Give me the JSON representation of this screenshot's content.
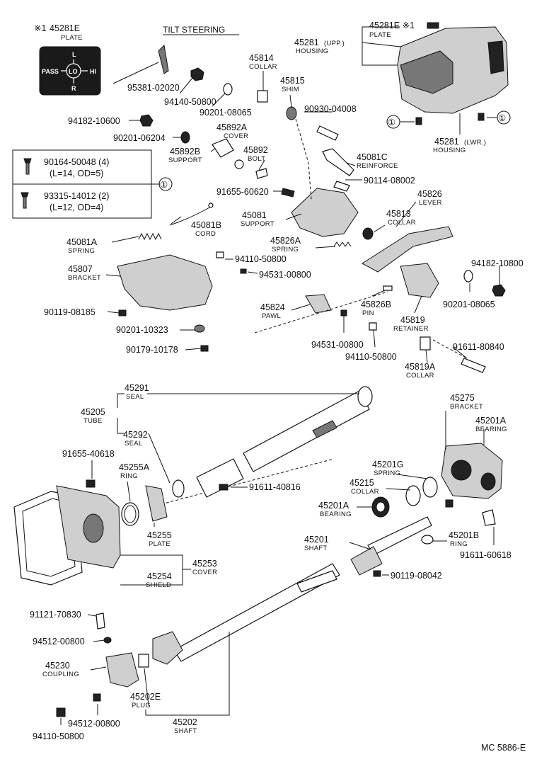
{
  "diagram": {
    "title": "TILT STEERING",
    "footer_code": "MC 5886-E",
    "plate_insert": {
      "note": "※1",
      "part": "45281E",
      "desc": "PLATE",
      "lo": "LO",
      "hi": "HI",
      "pass": "PASS",
      "l": "L",
      "r": "R"
    },
    "bolt_box": {
      "ref_mark": "①",
      "row1_part": "90164-50048 (4)",
      "row1_spec": "(L=14, OD=5)",
      "row2_part": "93315-14012 (2)",
      "row2_spec": "(L=12, OD=4)"
    },
    "labels": {
      "p45281E_top": "45281E ※1",
      "p45281E_top_desc": "PLATE",
      "p45281_upp": "45281",
      "p45281_upp_suffix": "(UPP.)",
      "p45281_upp_desc": "HOUSING",
      "p45281_lwr": "45281",
      "p45281_lwr_suffix": "(LWR.)",
      "p45281_lwr_desc": "HOUSING",
      "circ1a": "①",
      "circ1b": "①",
      "p95381": "95381-02020",
      "p94140": "94140-50800",
      "p90201_08065a": "90201-08065",
      "p45814": "45814",
      "p45814_desc": "COLLAR",
      "p45815": "45815",
      "p45815_desc": "SHIM",
      "p90930": "90930-04008",
      "p94182_10600": "94182-10600",
      "p90201_06204": "90201-06204",
      "p45892A": "45892A",
      "p45892A_desc": "COVER",
      "p45892B": "45892B",
      "p45892B_desc": "SUPPORT",
      "p45892": "45892",
      "p45892_desc": "BOLT",
      "p45081C": "45081C",
      "p45081C_desc": "REINFORCE",
      "p90114": "90114-08002",
      "p91655_60620": "91655-60620",
      "p45826": "45826",
      "p45826_desc": "LEVER",
      "p45081": "45081",
      "p45081_desc": "SUPPORT",
      "p45813": "45813",
      "p45813_desc": "COLLAR",
      "p45081B": "45081B",
      "p45081B_desc": "CORD",
      "p45081A": "45081A",
      "p45081A_desc": "SPRING",
      "p45826A": "45826A",
      "p45826A_desc": "SPRING",
      "p94110_50800a": "94110-50800",
      "p94531_00800a": "94531-00800",
      "p45807": "45807",
      "p45807_desc": "BRACKET",
      "p94182_10800": "94182-10800",
      "p90201_08065b": "90201-08065",
      "p45824": "45824",
      "p45824_desc": "PAWL",
      "p45826B": "45826B",
      "p45826B_desc": "PIN",
      "p45819": "45819",
      "p45819_desc": "RETAINER",
      "p90119_08185": "90119-08185",
      "p90201_10323": "90201-10323",
      "p90179": "90179-10178",
      "p94531_00800b": "94531-00800",
      "p94110_50800b": "94110-50800",
      "p91611_80840": "91611-80840",
      "p45819A": "45819A",
      "p45819A_desc": "COLLAR",
      "p45291": "45291",
      "p45291_desc": "SEAL",
      "p45205": "45205",
      "p45205_desc": "TUBE",
      "p45292": "45292",
      "p45292_desc": "SEAL",
      "p45275": "45275",
      "p45275_desc": "BRACKET",
      "p45201A_top": "45201A",
      "p45201A_top_desc": "BEARING",
      "p91655_40618": "91655-40618",
      "p45255A": "45255A",
      "p45255A_desc": "RING",
      "p45201G": "45201G",
      "p45201G_desc": "SPRING",
      "p45215": "45215",
      "p45215_desc": "COLLAR",
      "p91611_40816": "91611-40816",
      "p45201A_low": "45201A",
      "p45201A_low_desc": "BEARING",
      "p45255": "45255",
      "p45255_desc": "PLATE",
      "p45201": "45201",
      "p45201_desc": "SHAFT",
      "p45201B": "45201B",
      "p45201B_desc": "RING",
      "p45253": "45253",
      "p45253_desc": "COVER",
      "p45254": "45254",
      "p45254_desc": "SHIELD",
      "p91611_60618": "91611-60618",
      "p90119_08042": "90119-08042",
      "p91121": "91121-70830",
      "p94512_00800a": "94512-00800",
      "p45230": "45230",
      "p45230_desc": "COUPLING",
      "p45202E": "45202E",
      "p45202E_desc": "PLUG",
      "p94512_00800b": "94512-00800",
      "p45202": "45202",
      "p45202_desc": "SHAFT",
      "p94110_50800c": "94110-50800"
    }
  }
}
